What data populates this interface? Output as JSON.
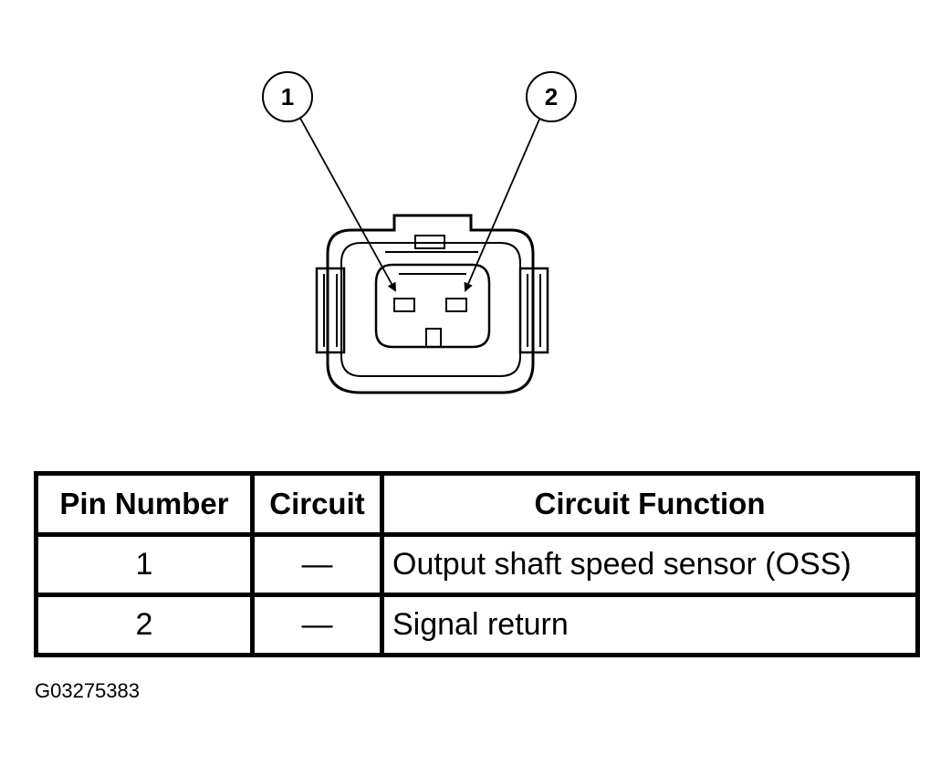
{
  "diagram": {
    "callouts": [
      {
        "number": "1"
      },
      {
        "number": "2"
      }
    ]
  },
  "table": {
    "headers": [
      "Pin Number",
      "Circuit",
      "Circuit Function"
    ],
    "rows": [
      {
        "pin": "1",
        "circuit": "—",
        "function": "Output shaft speed sensor (OSS)"
      },
      {
        "pin": "2",
        "circuit": "—",
        "function": "Signal return"
      }
    ]
  },
  "figure_id": "G03275383"
}
